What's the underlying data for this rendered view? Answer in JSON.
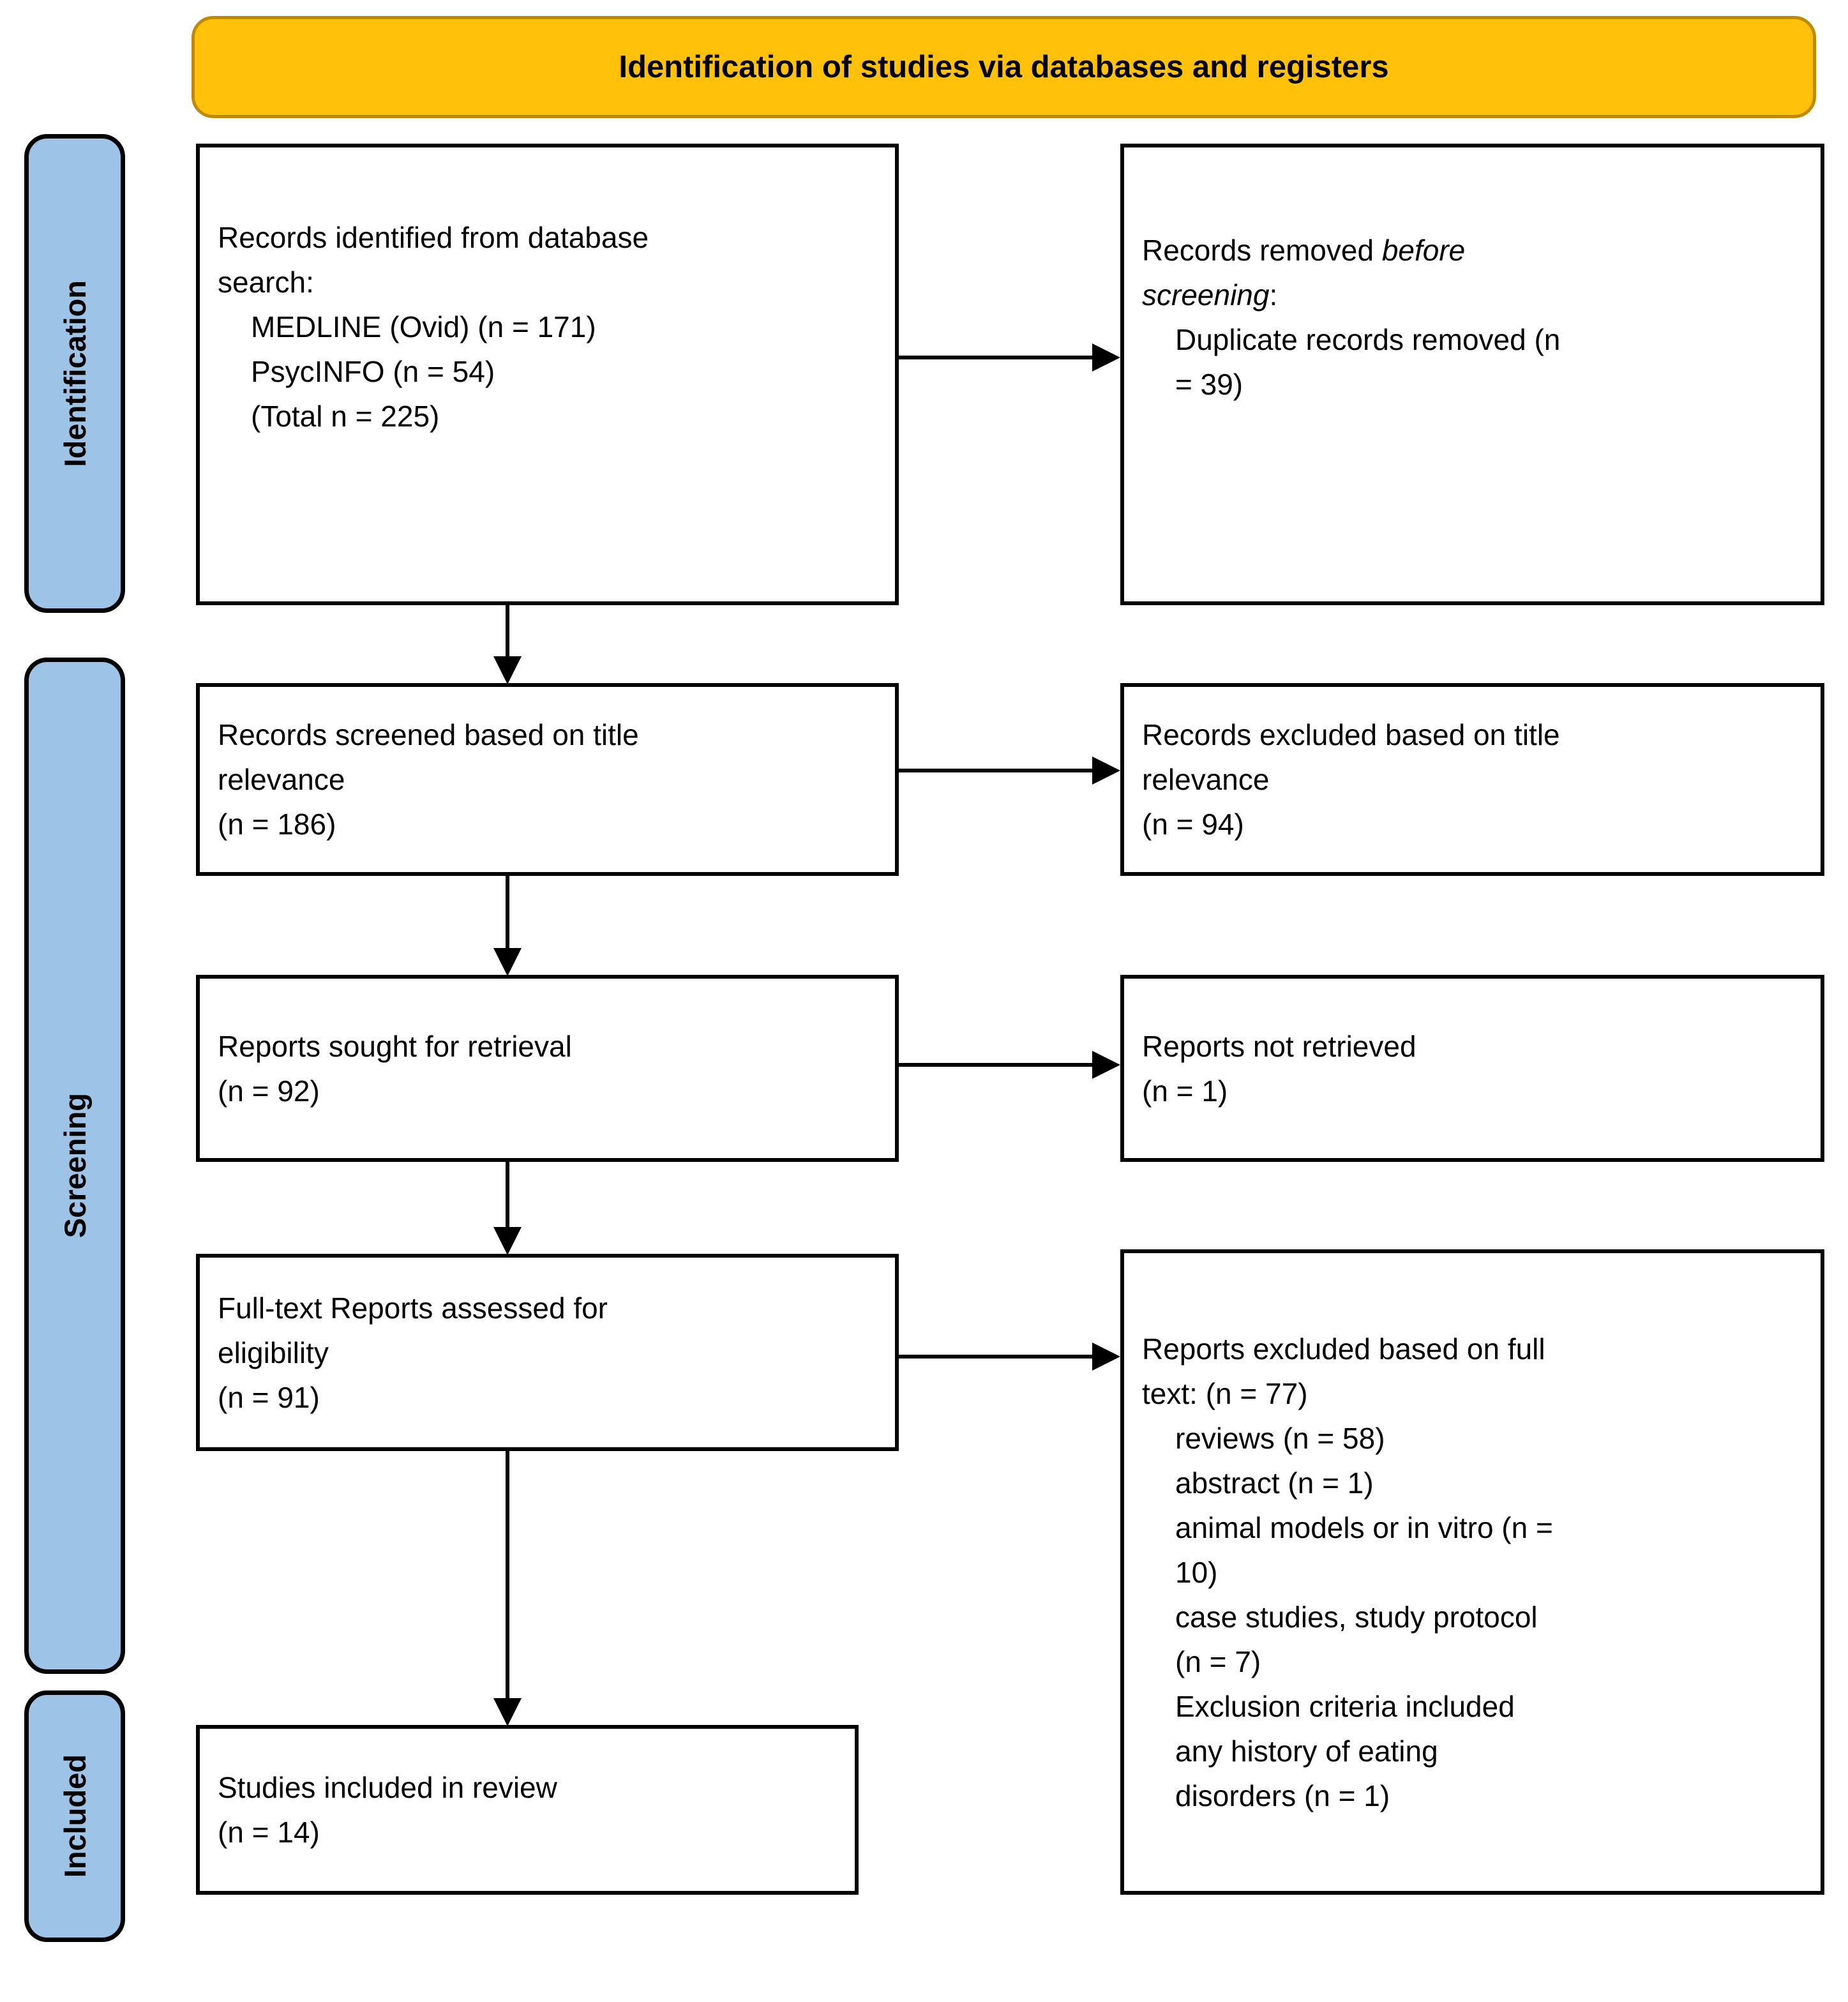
{
  "banner": {
    "title": "Identification of studies via databases and registers"
  },
  "stages": {
    "identification": "Identification",
    "screening": "Screening",
    "included": "Included"
  },
  "boxes": {
    "records_identified": {
      "lines": [
        "Records identified from database",
        "search:",
        "MEDLINE (Ovid) (n = 171)",
        "PsycINFO (n = 54)",
        "(Total n = 225)"
      ]
    },
    "records_removed": {
      "normal1": "Records removed ",
      "italic1": "before",
      "italic2": "screening",
      "normal2": ":",
      "lines": [
        "Duplicate records removed (n",
        "= 39)"
      ]
    },
    "records_screened": {
      "lines": [
        "Records screened based on title",
        "relevance",
        "(n = 186)"
      ]
    },
    "records_excluded_title": {
      "lines": [
        "Records excluded based on title",
        "relevance",
        "(n = 94)"
      ]
    },
    "reports_sought": {
      "lines": [
        "Reports sought for retrieval",
        "(n = 92)"
      ]
    },
    "reports_not_retrieved": {
      "lines": [
        "Reports not retrieved",
        "(n = 1)"
      ]
    },
    "fulltext_assessed": {
      "lines": [
        "Full-text Reports assessed for",
        "eligibility",
        "(n = 91)"
      ]
    },
    "reports_excluded_fulltext": {
      "lines": [
        "Reports excluded based on full",
        "text: (n = 77)",
        "reviews (n = 58)",
        "abstract (n = 1)",
        "animal models or in vitro (n =",
        "10)",
        "case studies, study protocol",
        "(n = 7)",
        "Exclusion criteria included",
        "any history of eating",
        "disorders (n = 1)"
      ]
    },
    "studies_included": {
      "lines": [
        "Studies included in review",
        "(n = 14)"
      ]
    }
  },
  "colors": {
    "banner_fill": "#FFC10A",
    "banner_border": "#C08A00",
    "stage_fill": "#9DC3E6",
    "box_border": "#000000",
    "arrow": "#000000",
    "text": "#000000",
    "background": "#FFFFFF"
  }
}
